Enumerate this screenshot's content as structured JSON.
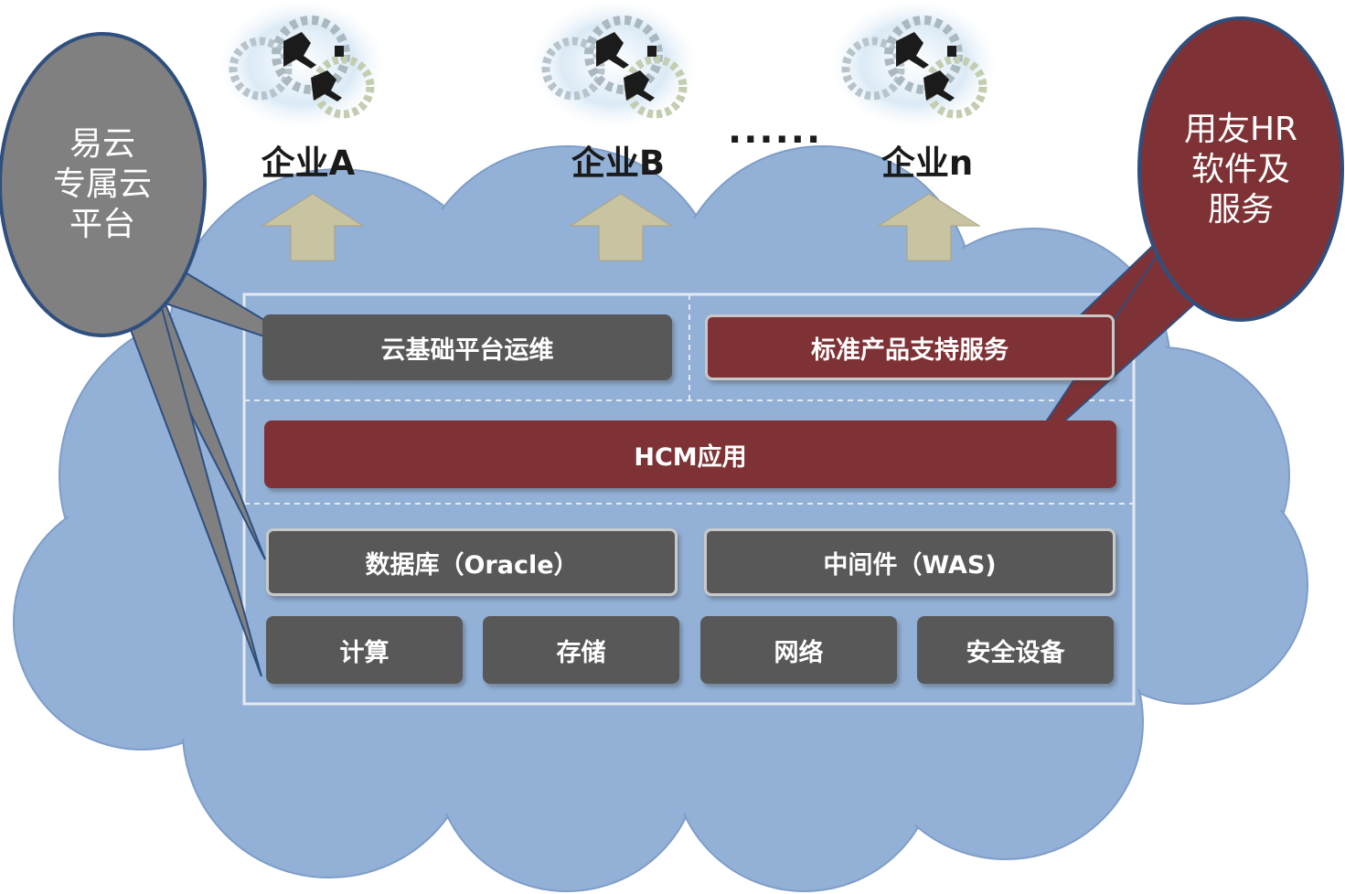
{
  "enterprises": [
    {
      "label": "企业A"
    },
    {
      "label": "企业B"
    },
    {
      "label": "企业n"
    }
  ],
  "ellipsis": "······",
  "left_bubble": {
    "lines": [
      "易云",
      "专属云",
      "平台"
    ],
    "color": "#808080"
  },
  "right_bubble": {
    "lines": [
      "用友HR",
      "软件及",
      "服务"
    ],
    "color": "#7f3235"
  },
  "stack": {
    "ops_label": "云基础平台运维",
    "support_label": "标准产品支持服务",
    "hcm_label": "HCM应用",
    "db_label": "数据库（Oracle）",
    "middleware_label": "中间件（WAS)",
    "infra": [
      "计算",
      "存储",
      "网络",
      "安全设备"
    ]
  },
  "colors": {
    "cloud": "#93b1d7",
    "cloud_edge": "#7e9dc8",
    "arrow": "#c8c3a0",
    "gray_box": "#585858",
    "red_box": "#7f3235"
  }
}
